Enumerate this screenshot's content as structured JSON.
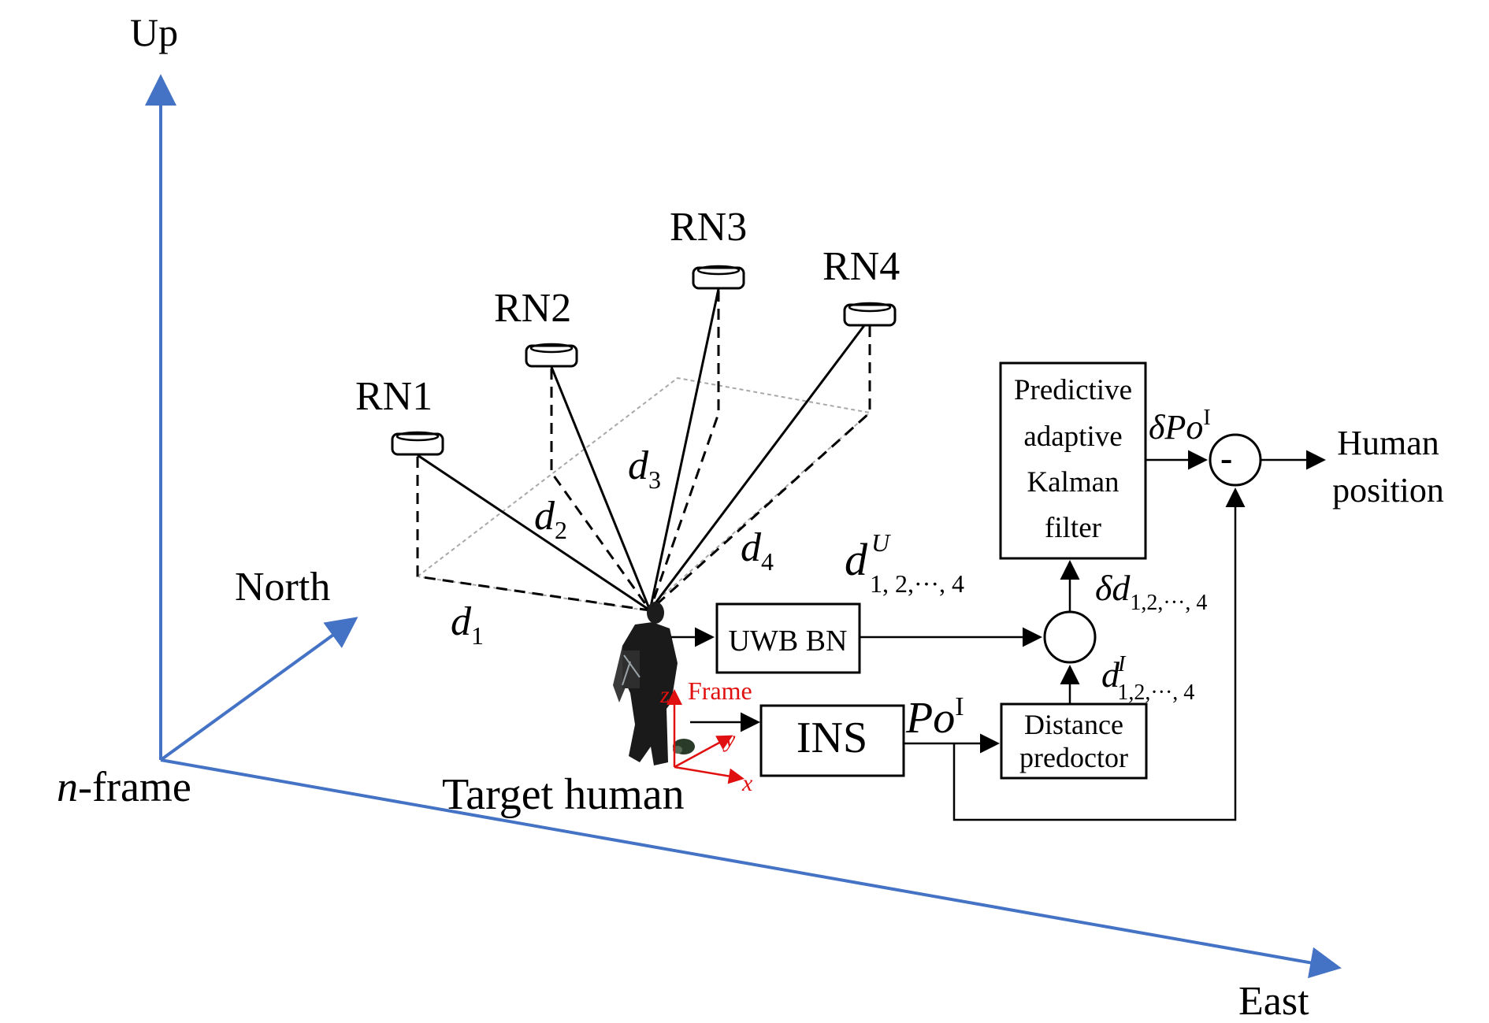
{
  "axes": {
    "up": "Up",
    "north": "North",
    "east": "East",
    "origin_italic": "n",
    "origin_rest": "-frame"
  },
  "nodes": [
    {
      "label": "RN1"
    },
    {
      "label": "RN2"
    },
    {
      "label": "RN3"
    },
    {
      "label": "RN4"
    }
  ],
  "distances": [
    {
      "main": "d",
      "sub": "1"
    },
    {
      "main": "d",
      "sub": "2"
    },
    {
      "main": "d",
      "sub": "3"
    },
    {
      "main": "d",
      "sub": "4"
    }
  ],
  "uwb_distance": {
    "main": "d",
    "sup": "U",
    "sub": "1, 2,···, 4"
  },
  "body_frame": {
    "label": "Frame",
    "x": "x",
    "y": "y",
    "z": "z"
  },
  "target": "Target human",
  "blocks": {
    "uwb": "UWB BN",
    "ins": "INS",
    "distance_predictor": [
      "Distance",
      "predoctor"
    ],
    "kalman": [
      "Predictive",
      "adaptive",
      "Kalman",
      "filter"
    ]
  },
  "signals": {
    "ins_out_main": "Po",
    "ins_out_sup": "I",
    "delta_d_main": "δd",
    "delta_d_sub": "1,2,···, 4",
    "d_ins_main": "d",
    "d_ins_sup": "I",
    "d_ins_sub": "1,2,···, 4",
    "delta_po_main": "δPo",
    "delta_po_sup": "I",
    "minus": "-"
  },
  "output": [
    "Human",
    "position"
  ],
  "colors": {
    "axis": "#4472c4",
    "frame": "#e01010",
    "ink": "#000000"
  }
}
